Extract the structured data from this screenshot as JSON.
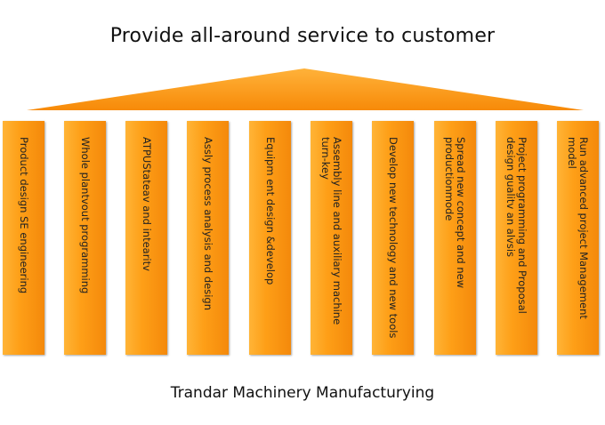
{
  "title": "Provide all-around service to customer",
  "footer": "Trandar Machinery Manufacturying",
  "pillars": [
    "Product design SE engineering",
    "Whole plantvout programming",
    "ATPUStateav and intearitv",
    "Assly process analysis and design",
    "Equipm ent design &develop",
    "Assembly line and auxiliary machine turn-key",
    "Develop new technology and new tools",
    "Spread new concept and new productionmode",
    "Project programming and Proposal design gualitv an alvsis",
    "Run advanced project Management model"
  ],
  "colors": {
    "roof": "#ff9a10",
    "pillar": "#fe9f17",
    "text": "#222222"
  }
}
